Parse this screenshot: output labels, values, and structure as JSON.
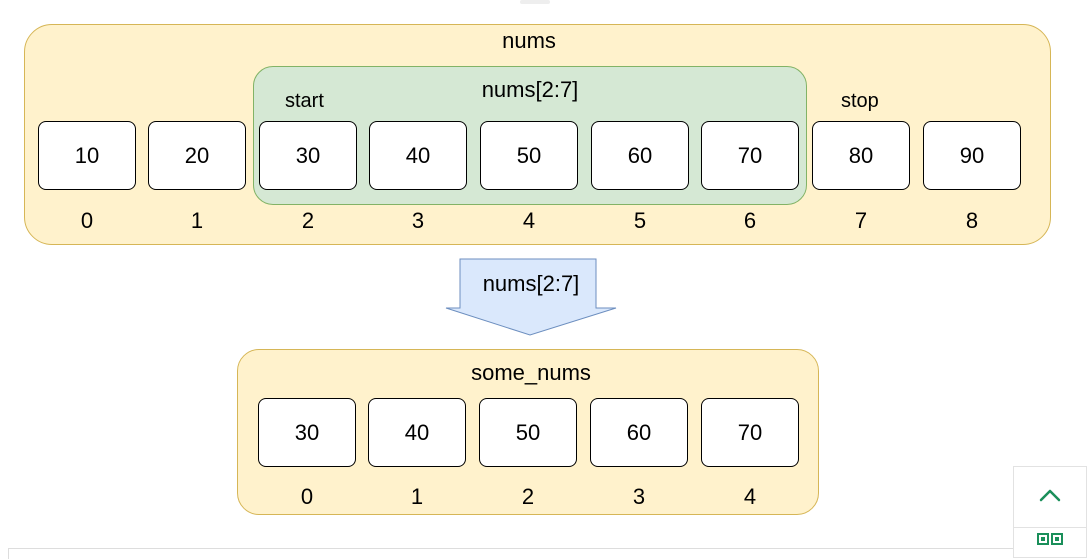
{
  "diagram": {
    "source": {
      "title": "nums",
      "values": [
        "10",
        "20",
        "30",
        "40",
        "50",
        "60",
        "70",
        "80",
        "90"
      ],
      "indices": [
        "0",
        "1",
        "2",
        "3",
        "4",
        "5",
        "6",
        "7",
        "8"
      ],
      "slice_label": "nums[2:7]",
      "start_label": "start",
      "stop_label": "stop"
    },
    "arrow_label": "nums[2:7]",
    "result": {
      "title": "some_nums",
      "values": [
        "30",
        "40",
        "50",
        "60",
        "70"
      ],
      "indices": [
        "0",
        "1",
        "2",
        "3",
        "4"
      ]
    }
  },
  "ui": {
    "scroll_top_icon": "chevron-up-icon",
    "grid_view_icon": "grid-icon"
  },
  "colors": {
    "container_fill": "#fff2cc",
    "container_border": "#d6b656",
    "slice_fill": "#d5e8d4",
    "slice_border": "#82b366",
    "arrow_fill": "#dae8fc",
    "arrow_border": "#6c8ebf",
    "accent": "#1a8f5a"
  }
}
